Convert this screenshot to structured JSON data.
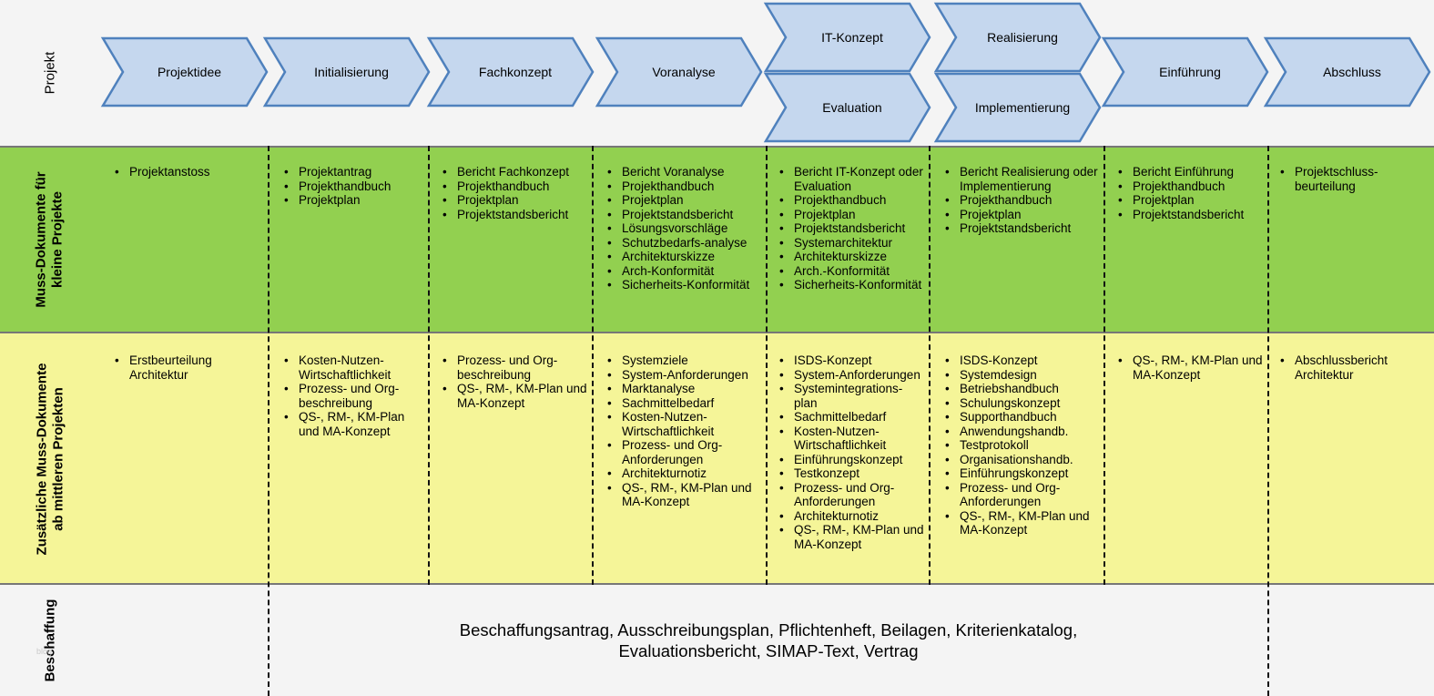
{
  "rows": {
    "project": "Projekt",
    "small": [
      "Muss-Dokumente für",
      "kleine Projekte"
    ],
    "mid": [
      "Zusätzliche Muss-Dokumente",
      "ab mittleren Projekten"
    ],
    "procurement": "Beschaffung"
  },
  "phases": [
    "Projektidee",
    "Initialisierung",
    "Fachkonzept",
    "Voranalyse",
    "IT-Konzept",
    "Evaluation",
    "Realisierung",
    "Implementierung",
    "Einführung",
    "Abschluss"
  ],
  "small_docs": [
    [
      "Projektanstoss"
    ],
    [
      "Projektantrag",
      "Projekthandbuch",
      "Projektplan"
    ],
    [
      "Bericht Fachkonzept",
      "Projekthandbuch",
      "Projektplan",
      "Projektstandsbericht"
    ],
    [
      "Bericht Voranalyse",
      "Projekthandbuch",
      "Projektplan",
      "Projektstandsbericht",
      "Lösungsvorschläge",
      "Schutzbedarfs-analyse",
      "Architekturskizze",
      "Arch-Konformität",
      "Sicherheits-Konformität"
    ],
    [
      "Bericht IT-Konzept oder Evaluation",
      "Projekthandbuch",
      "Projektplan",
      "Projektstandsbericht",
      "Systemarchitektur",
      "Architekturskizze",
      "Arch.-Konformität",
      "Sicherheits-Konformität"
    ],
    [
      "Bericht Realisierung oder Implementierung",
      "Projekthandbuch",
      "Projektplan",
      "Projektstandsbericht"
    ],
    [
      "Bericht Einführung",
      "Projekthandbuch",
      "Projektplan",
      "Projektstandsbericht"
    ],
    [
      "Projektschluss-beurteilung"
    ]
  ],
  "mid_docs": [
    [
      "Erstbeurteilung Architektur"
    ],
    [
      "Kosten-Nutzen-Wirtschaftlichkeit",
      "Prozess- und Org-beschreibung",
      "QS-, RM-, KM-Plan und MA-Konzept"
    ],
    [
      "Prozess- und Org-beschreibung",
      "QS-, RM-, KM-Plan und MA-Konzept"
    ],
    [
      "Systemziele",
      "System-Anforderungen",
      "Marktanalyse",
      "Sachmittelbedarf",
      "Kosten-Nutzen-Wirtschaftlichkeit",
      "Prozess- und Org-Anforderungen",
      "Architekturnotiz",
      "QS-, RM-, KM-Plan und MA-Konzept"
    ],
    [
      "ISDS-Konzept",
      "System-Anforderungen",
      "Systemintegrations-plan",
      "Sachmittelbedarf",
      "Kosten-Nutzen-Wirtschaftlichkeit",
      "Einführungskonzept",
      "Testkonzept",
      "Prozess- und Org-Anforderungen",
      "Architekturnotiz",
      "QS-, RM-, KM-Plan und MA-Konzept"
    ],
    [
      "ISDS-Konzept",
      "Systemdesign",
      "Betriebshandbuch",
      "Schulungskonzept",
      "Supporthandbuch",
      "Anwendungshandb.",
      "Testprotokoll",
      "Organisationshandb.",
      "Einführungskonzept",
      "Prozess- und Org-Anforderungen",
      "QS-, RM-, KM-Plan und MA-Konzept"
    ],
    [
      "QS-, RM-, KM-Plan und MA-Konzept"
    ],
    [
      "Abschlussbericht Architektur"
    ]
  ],
  "procurement_text": [
    "Beschaffungsantrag, Ausschreibungsplan, Pflichtenheft, Beilagen, Kriterienkatalog,",
    "Evaluationsbericht, SIMAP-Text, Vertrag"
  ],
  "watermark": "blog",
  "colors": {
    "chevron_fill": "#c5d7ee",
    "chevron_stroke": "#4f81bd",
    "small_band": "#92d050",
    "mid_band": "#f5f598"
  }
}
